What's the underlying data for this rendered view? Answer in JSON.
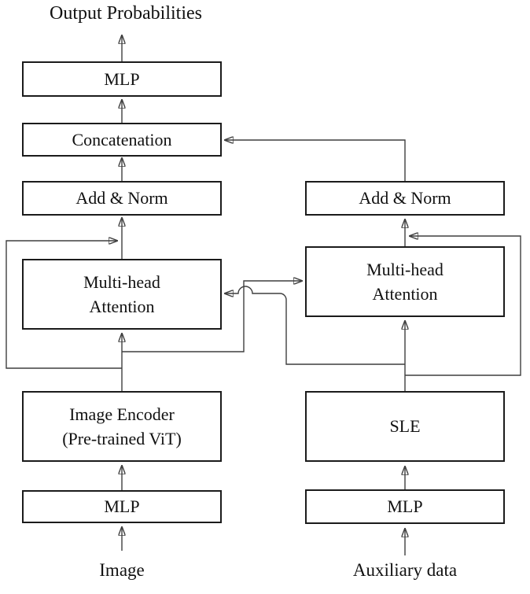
{
  "title": "Output Probabilities",
  "boxes": {
    "mlp_top": {
      "label": "MLP"
    },
    "concatenation": {
      "label": "Concatenation"
    },
    "add_norm_left": {
      "label": "Add & Norm"
    },
    "add_norm_right": {
      "label": "Add & Norm"
    },
    "mha_left": {
      "label": "Multi-head\nAttention"
    },
    "mha_right": {
      "label": "Multi-head\nAttention"
    },
    "image_encoder": {
      "label": "Image Encoder\n(Pre-trained ViT)"
    },
    "sle": {
      "label": "SLE"
    },
    "mlp_image": {
      "label": "MLP"
    },
    "mlp_aux": {
      "label": "MLP"
    }
  },
  "io_labels": {
    "image": "Image",
    "auxiliary": "Auxiliary data"
  },
  "colors": {
    "background": "#ffffff",
    "box_border": "#1b1b1b",
    "wire": "#3f3f3f",
    "arrowhead": "#141414",
    "text": "#111111"
  }
}
